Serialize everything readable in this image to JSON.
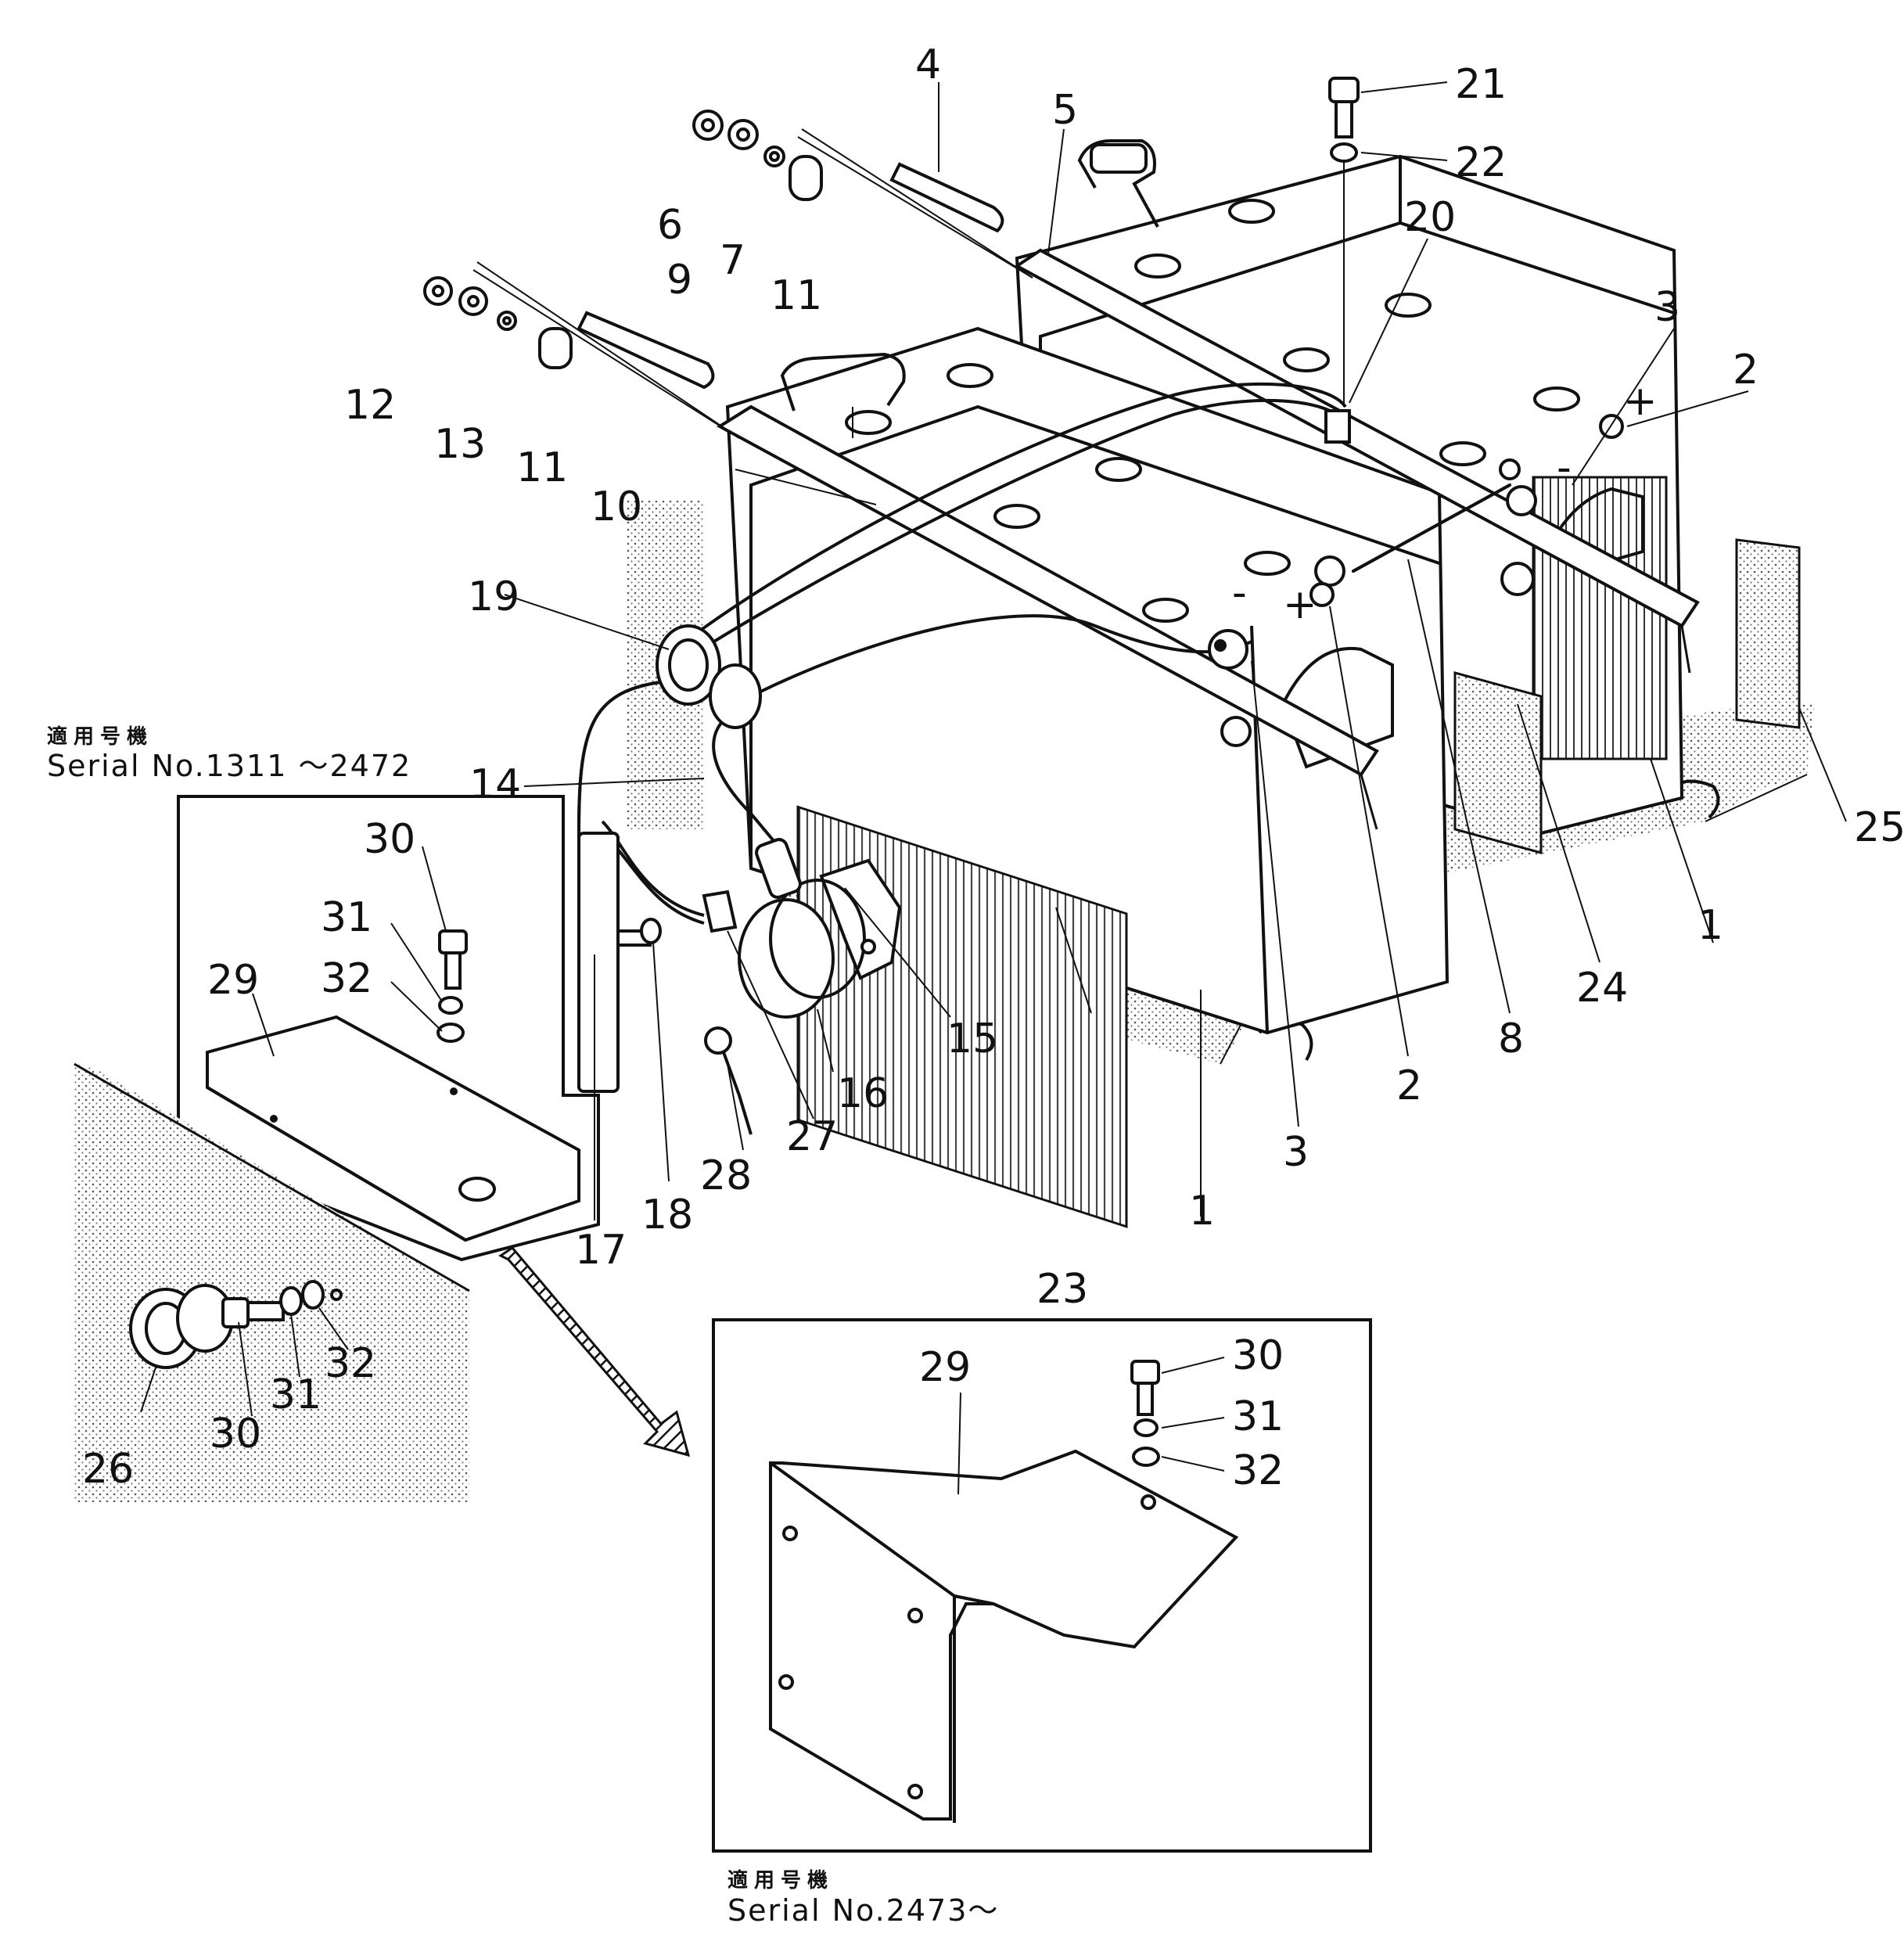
{
  "callouts": {
    "c1a": "1",
    "c1b": "1",
    "c2a": "2",
    "c2b": "2",
    "c3a": "3",
    "c3b": "3",
    "c4": "4",
    "c5": "5",
    "c6": "6",
    "c7": "7",
    "c8": "8",
    "c9": "9",
    "c10": "10",
    "c11a": "11",
    "c11b": "11",
    "c12": "12",
    "c13": "13",
    "c14": "14",
    "c15": "15",
    "c16": "16",
    "c17": "17",
    "c18": "18",
    "c19": "19",
    "c20": "20",
    "c21": "21",
    "c22": "22",
    "c23": "23",
    "c24": "24",
    "c25": "25",
    "c26": "26",
    "c27": "27",
    "c28": "28",
    "c29a": "29",
    "c29b": "29",
    "c30a": "30",
    "c30b": "30",
    "c30c": "30",
    "c31a": "31",
    "c31b": "31",
    "c31c": "31",
    "c32a": "32",
    "c32b": "32",
    "c32c": "32"
  },
  "terminal_marks": {
    "plus_a": "+",
    "minus_a": "-",
    "plus_b": "+",
    "minus_b": "-"
  },
  "captions": {
    "early": {
      "japanese": "適用号機",
      "serial": "Serial  No.1311  ～2472"
    },
    "late": {
      "japanese": "適用号機",
      "serial": "Serial  No.2473～"
    }
  }
}
